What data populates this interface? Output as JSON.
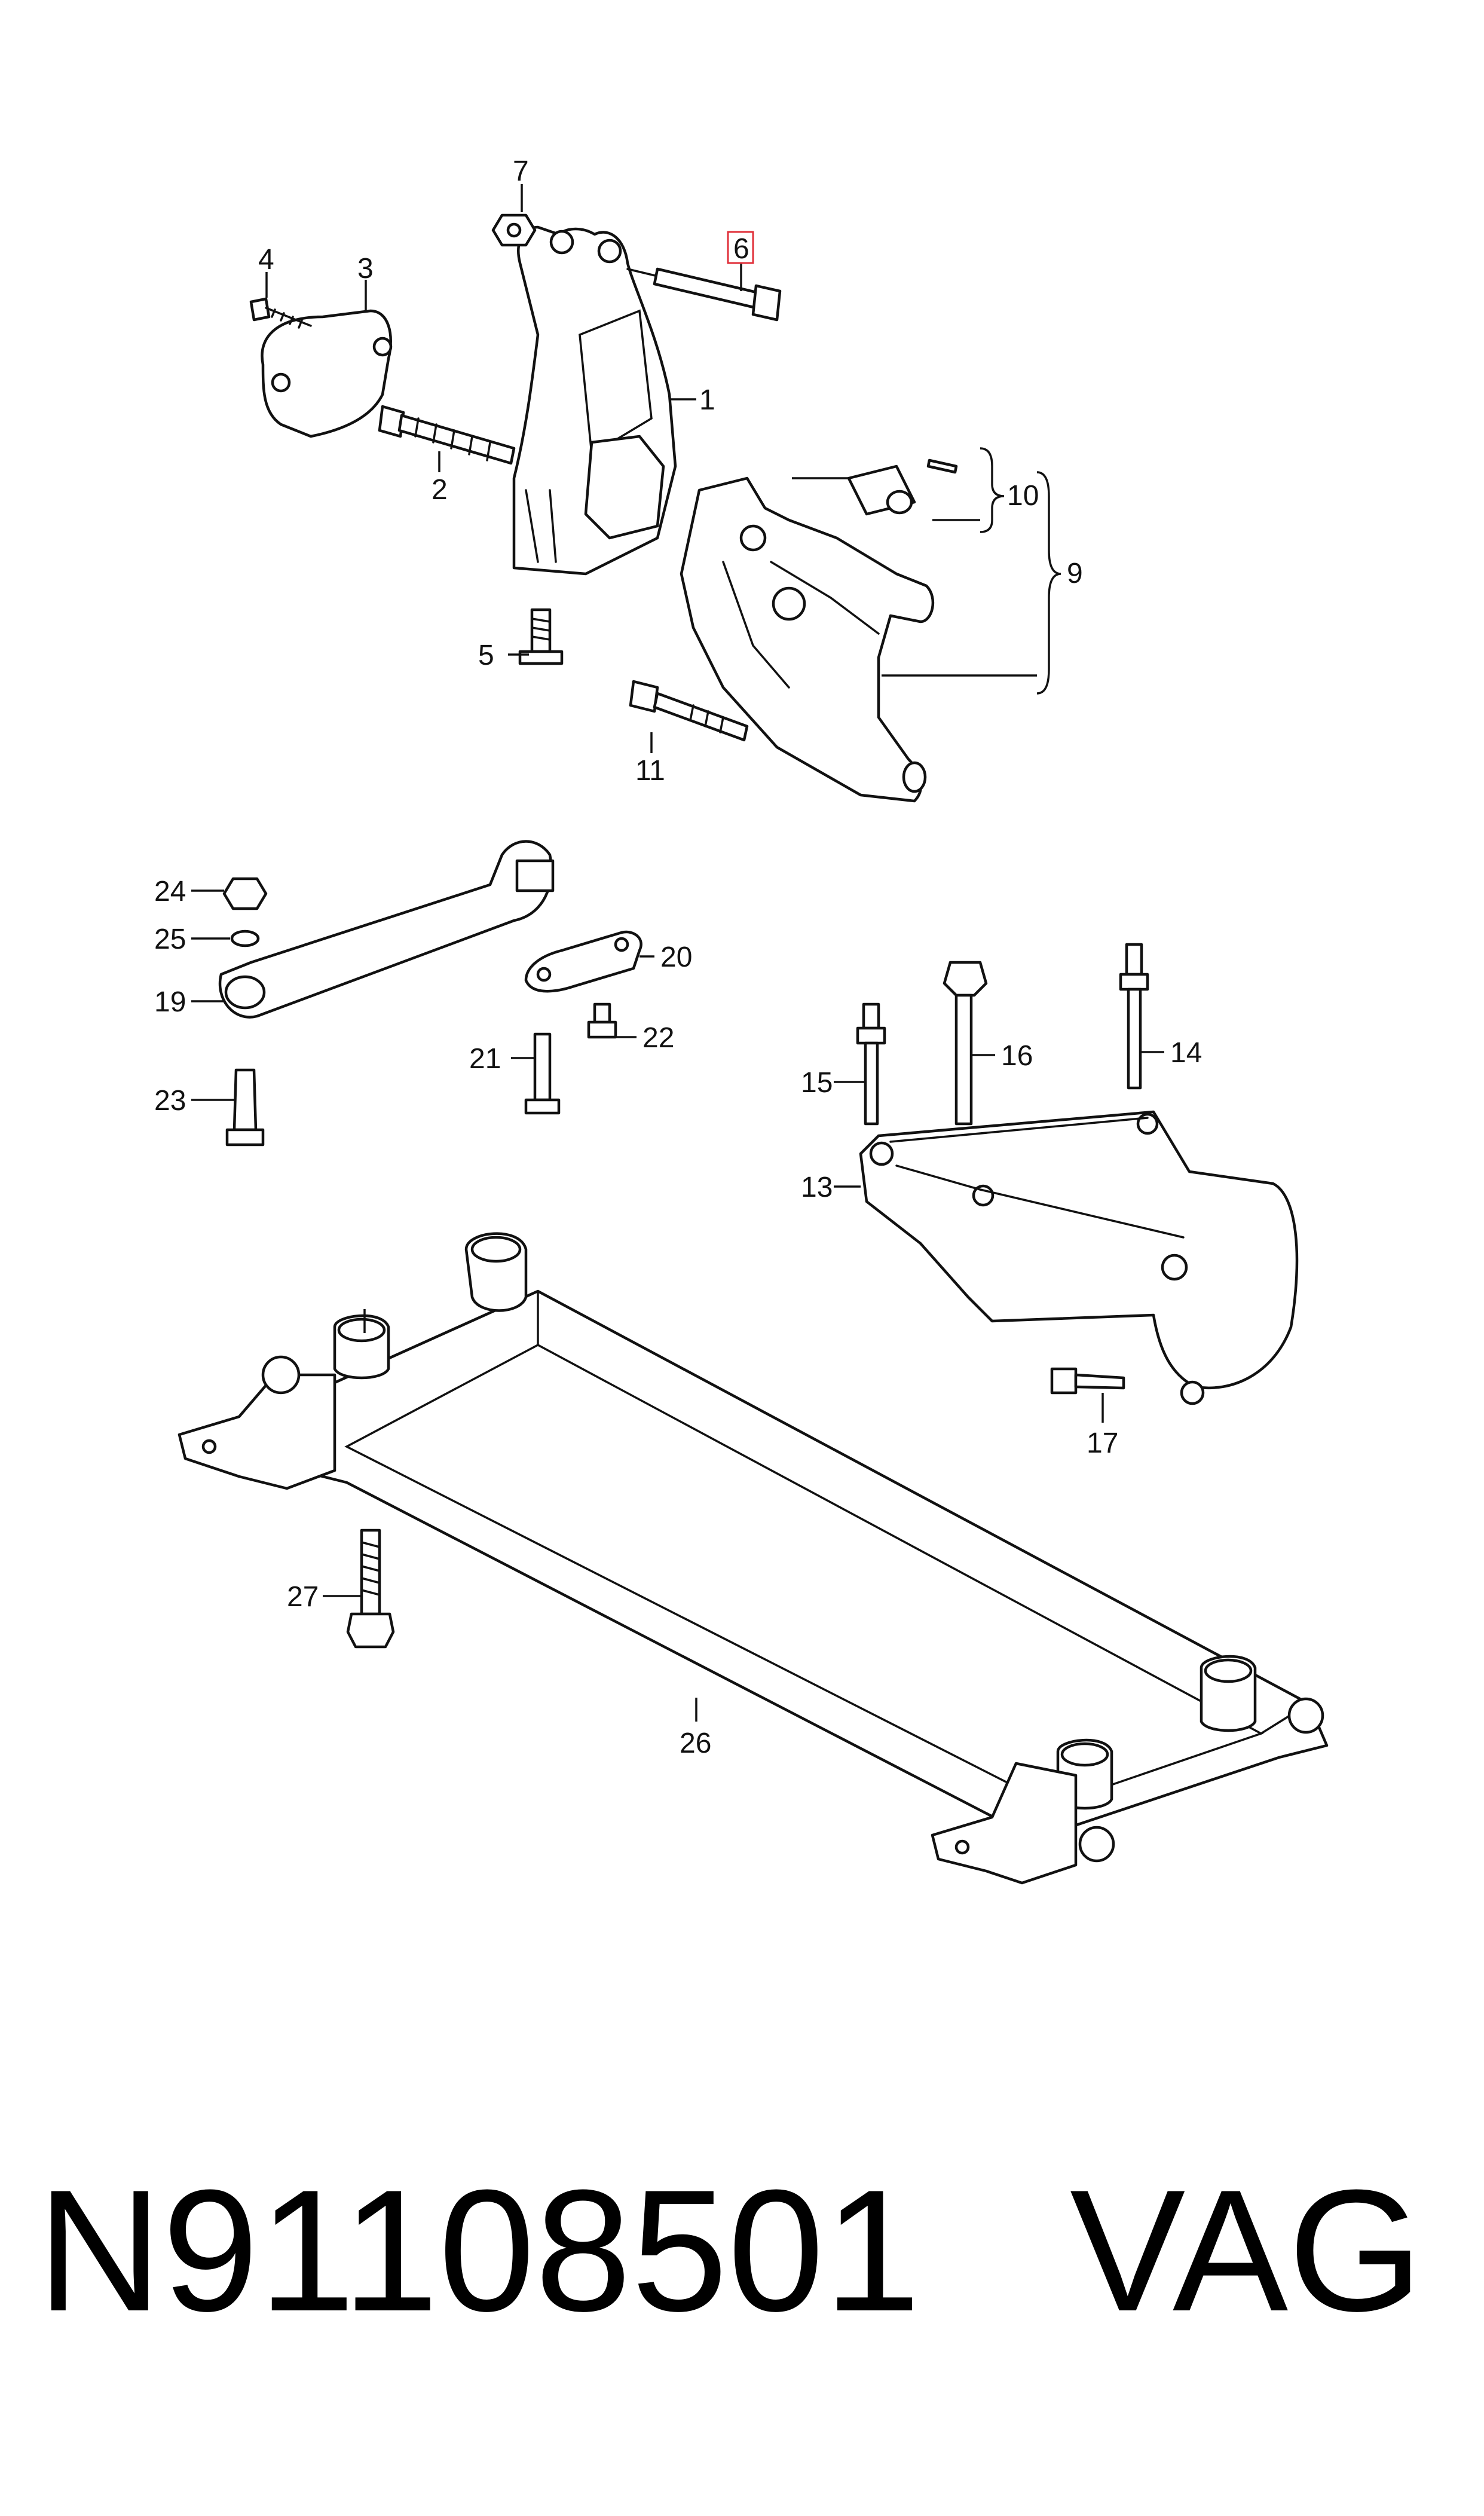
{
  "callouts": {
    "c1": "1",
    "c2": "2",
    "c3": "3",
    "c4": "4",
    "c5": "5",
    "c6": "6",
    "c7": "7",
    "c9": "9",
    "c10": "10",
    "c11": "11",
    "c13": "13",
    "c14": "14",
    "c15": "15",
    "c16": "16",
    "c17": "17",
    "c19": "19",
    "c20": "20",
    "c21": "21",
    "c22": "22",
    "c23": "23",
    "c24": "24",
    "c25": "25",
    "c26": "26",
    "c27": "27"
  },
  "highlighted_callout": "6",
  "highlight_color": "#e0303a",
  "footer": {
    "part_number": "N91108501",
    "brand": "VAG"
  }
}
